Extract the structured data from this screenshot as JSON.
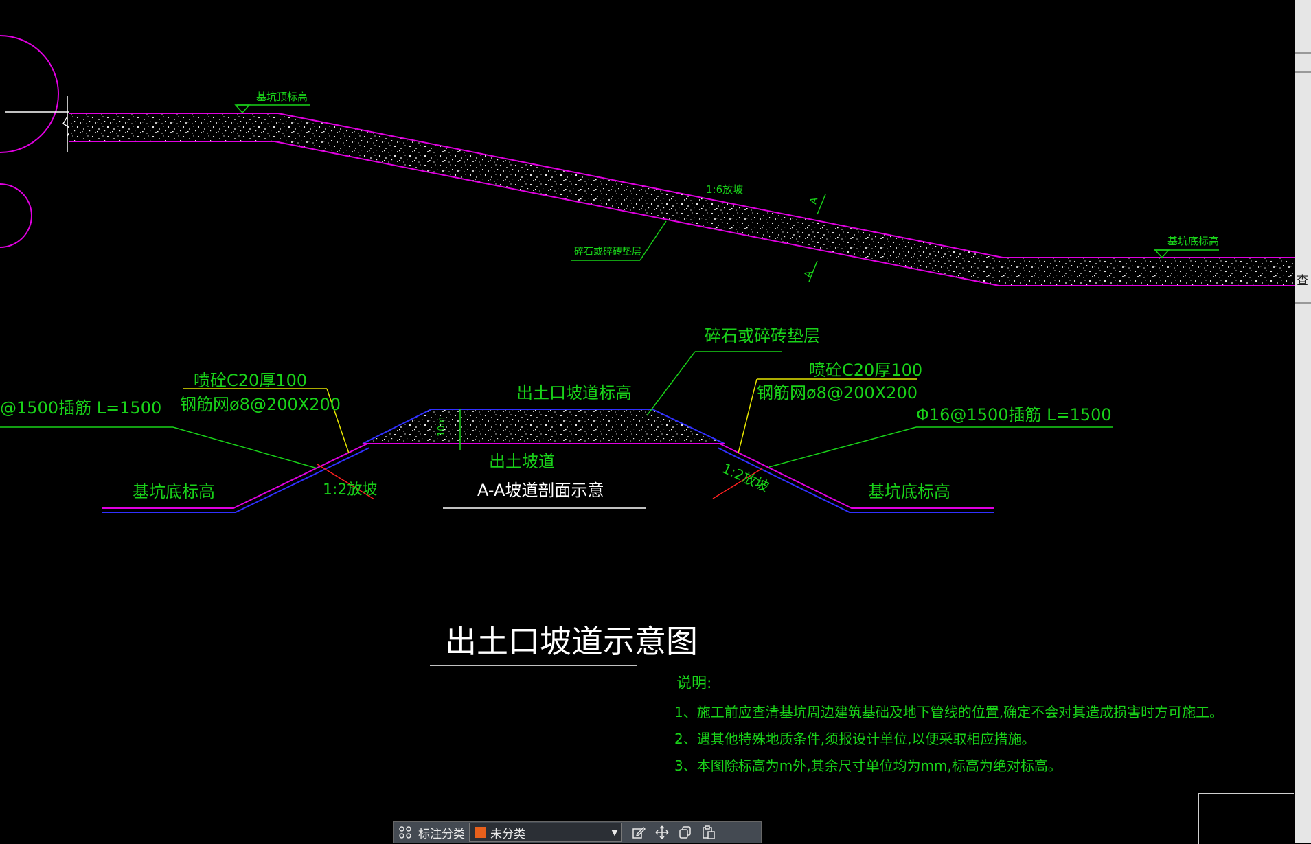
{
  "drawing": {
    "plan": {
      "top_label": "基坑顶标高",
      "slope_label": "1:6放坡",
      "section_mark": "A",
      "cushion_label": "碎石或碎砖垫层",
      "bottom_label": "基坑底标高"
    },
    "section": {
      "cushion_label": "碎石或碎砖垫层",
      "left_spray": "喷砼C20厚100",
      "left_mesh": "钢筋网ø8@200X200",
      "left_rebar": "@1500插筋 L=1500",
      "ramp_elev": "出土口坡道标高",
      "right_spray": "喷砼C20厚100",
      "right_mesh": "钢筋网ø8@200X200",
      "right_rebar": "Φ16@1500插筋 L=1500",
      "thickness": "10m",
      "ramp": "出土坡道",
      "left_slope": "1:2放坡",
      "right_slope": "1:2放坡",
      "left_bottom": "基坑底标高",
      "right_bottom": "基坑底标高",
      "section_title": "A-A坡道剖面示意"
    },
    "main_title": "出土口坡道示意图",
    "notes": {
      "heading": "说明:",
      "items": [
        "1、施工前应查清基坑周边建筑基础及地下管线的位置,确定不会对其造成损害时方可施工。",
        "2、遇其他特殊地质条件,须报设计单位,以便采取相应措施。",
        "3、本图除标高为m外,其余尺寸单位均为mm,标高为绝对标高。"
      ]
    }
  },
  "sidebar": {
    "label": "查"
  },
  "toolbar": {
    "grid_icon": "grid-icon",
    "category_label": "标注分类",
    "category_value": "未分类",
    "category_color": "#e8601c",
    "tools": [
      "edit-icon",
      "move-icon",
      "copy-icon",
      "paste-icon"
    ]
  },
  "colors": {
    "text": "#19d219",
    "outline": "#e000e0",
    "section_top": "#3030ff",
    "leader_yellow": "#e6e600",
    "leader_green": "#19d219",
    "red": "#ff2020"
  }
}
